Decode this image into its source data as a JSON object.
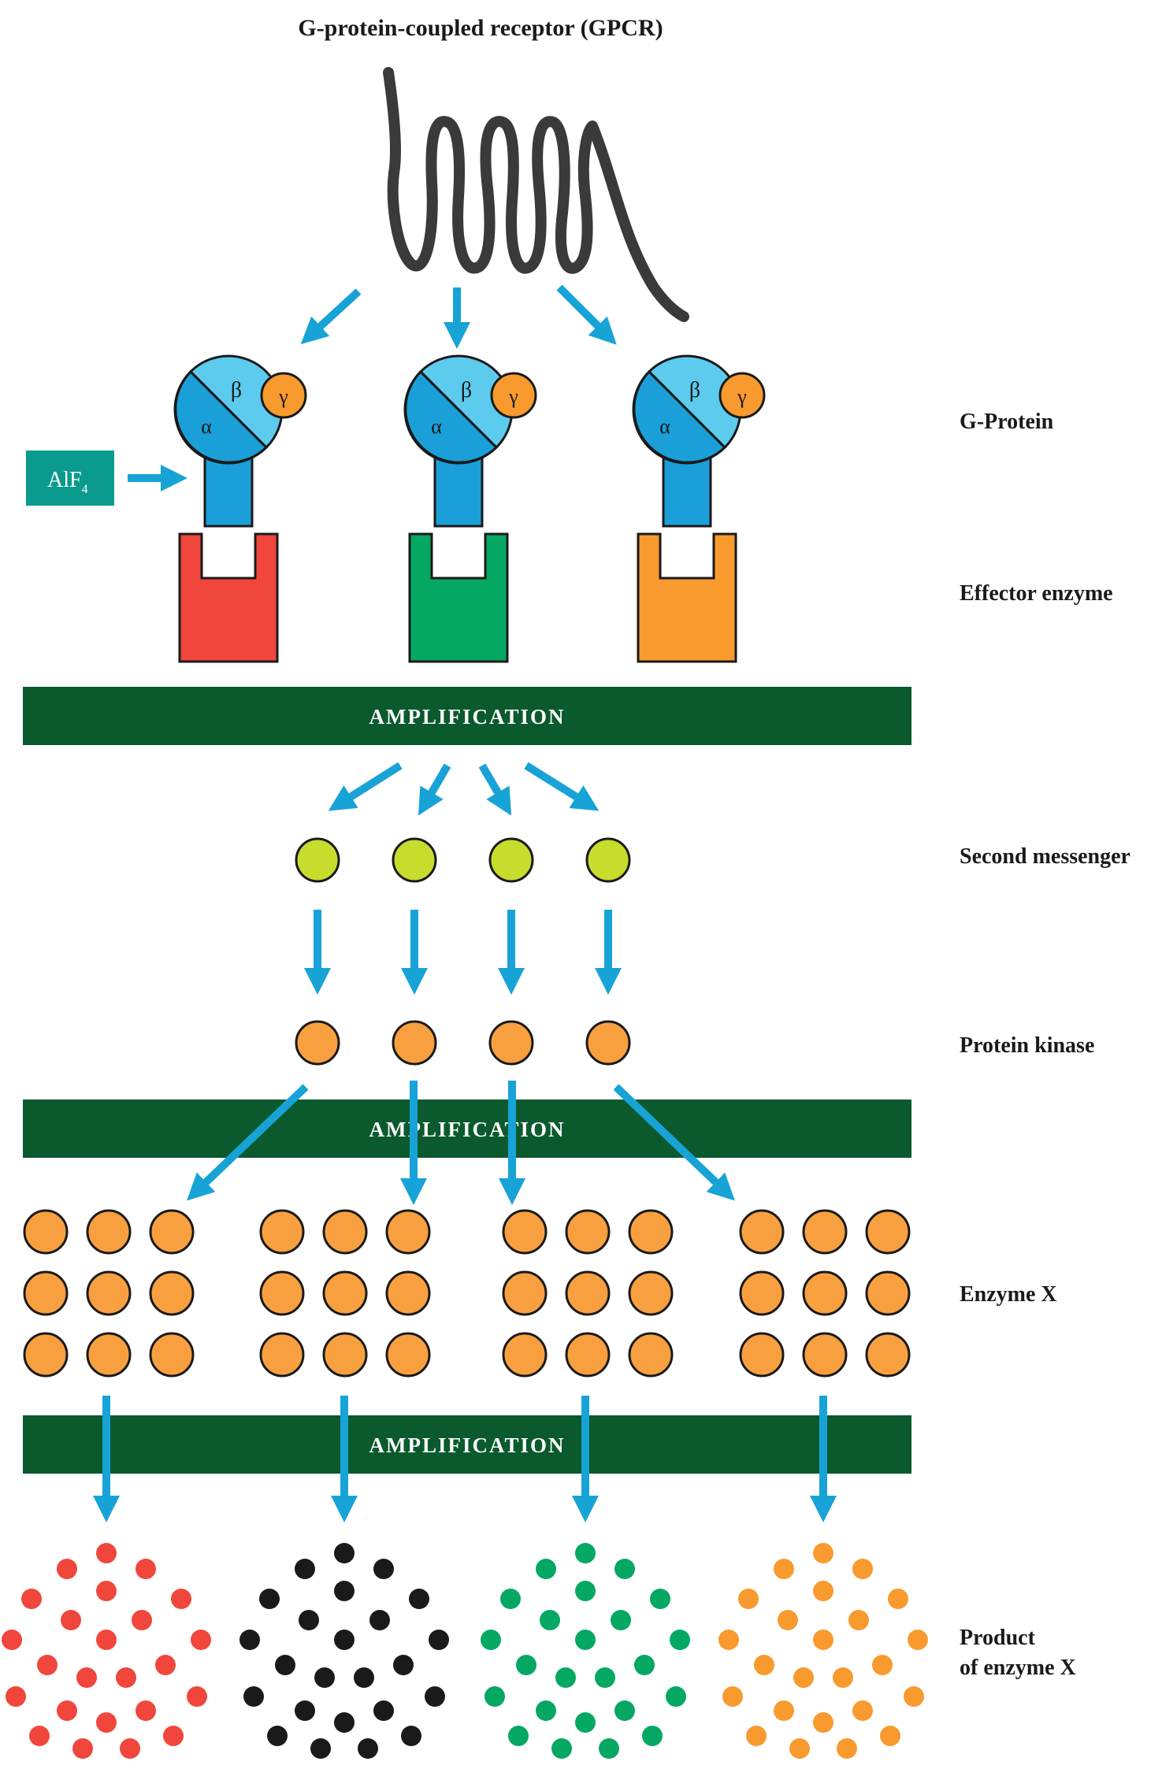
{
  "title": "G-protein-coupled receptor (GPCR)",
  "levels": {
    "g_protein": "G-Protein",
    "effector_enzyme": "Effector enzyme",
    "second_messenger": "Second messenger",
    "protein_kinase": "Protein kinase",
    "enzyme_x": "Enzyme X",
    "product_line1": "Product",
    "product_line2": "of enzyme X"
  },
  "amplification": [
    "AMPLIFICATION",
    "AMPLIFICATION",
    "AMPLIFICATION"
  ],
  "inhibitor": {
    "label": "AlF",
    "subscript": "4"
  },
  "subunits": {
    "alpha": "α",
    "beta": "β",
    "gamma": "γ"
  },
  "effector_colors": [
    "#f0463c",
    "#05a862",
    "#f89a2e"
  ],
  "product_colors": [
    "#f0463c",
    "#1a1a1a",
    "#05a862",
    "#f89a2e"
  ],
  "colors": {
    "arrow": "#18a3d6",
    "band": "#0a5a2e",
    "gprotein_body": "#1a9fd8",
    "gprotein_head": "#5ccbee",
    "gamma": "#f89a2e",
    "second_messenger": "#c8dc2e",
    "kinase": "#f8a040",
    "inhibitor_box": "#0a9a8e",
    "receptor": "#3a3a3a"
  },
  "icons": [
    "gpcr-receptor-icon",
    "arrow-icon",
    "dot-icon"
  ]
}
